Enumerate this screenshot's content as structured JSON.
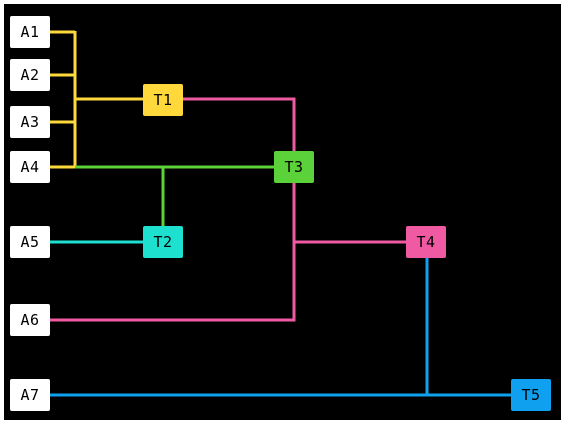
{
  "colors": {
    "background": "#000000",
    "input_fill": "#ffffff",
    "yellow": "#ffd83b",
    "green": "#5bd13a",
    "cyan": "#1de0cf",
    "pink": "#f05aa3",
    "blue": "#0fa0ef"
  },
  "nodes": {
    "a1": "A1",
    "a2": "A2",
    "a3": "A3",
    "a4": "A4",
    "a5": "A5",
    "a6": "A6",
    "a7": "A7",
    "t1": "T1",
    "t2": "T2",
    "t3": "T3",
    "t4": "T4",
    "t5": "T5"
  }
}
